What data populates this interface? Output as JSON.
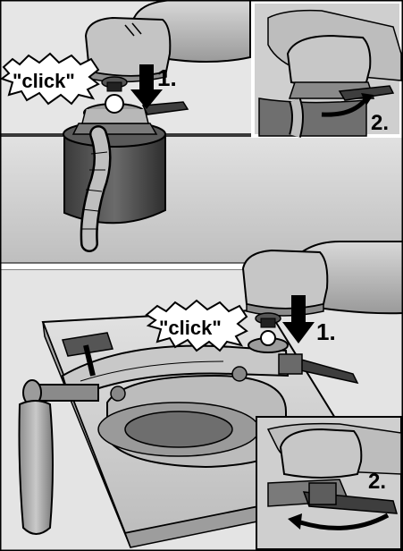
{
  "figure": {
    "panel_top": {
      "callout": "\"click\"",
      "step1": "1.",
      "inset_step2": "2."
    },
    "panel_bottom": {
      "callout": "\"click\"",
      "step1": "1.",
      "inset_step2": "2."
    }
  },
  "colors": {
    "outline": "#000000",
    "background": "#d4d4d4",
    "tool_light": "#bcbcbc",
    "tool_dark": "#4a4a4a",
    "table": "#cfcfcf",
    "inset_frame": "#ffffff"
  }
}
